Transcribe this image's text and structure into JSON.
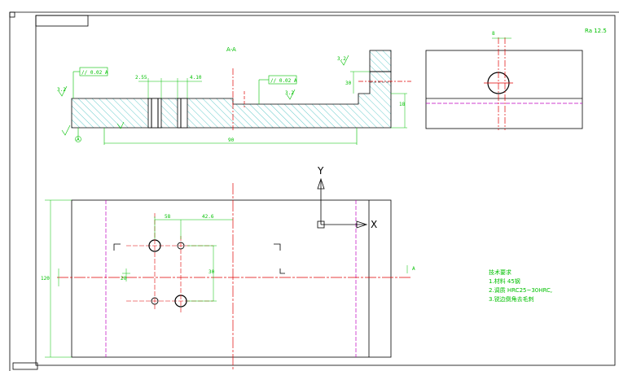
{
  "colors": {
    "outline": "#000000",
    "hatch": "#00a8a8",
    "dimension": "#00c000",
    "centerline": "#e00000",
    "hidden": "#c000c0",
    "background": "#ffffff"
  },
  "view_labels": {
    "section": "A-A",
    "roughness_note": "Ra 12.5"
  },
  "section_view": {
    "tolerance_left": "// 0.02 A",
    "tolerance_mid": "// 0.02 A",
    "dim_length": "90",
    "dim_height": "18",
    "dim_slot": "2.55",
    "dim_slot2": "4.10",
    "dim_boss": "30",
    "roughness_left": "3.2",
    "roughness_mid": "3.2",
    "roughness_right": "3.2",
    "datum": "A"
  },
  "side_view": {
    "dim_top": "8"
  },
  "plan_view": {
    "dim_a": "58",
    "dim_b": "42.6",
    "dim_c": "30",
    "dim_height": "120",
    "dim_left": "20",
    "dim_right": "A"
  },
  "axes": {
    "y_label": "Y",
    "x_label": "X"
  },
  "notes": {
    "title": "技术要求",
    "line1": "1.材料 45钢",
    "line2": "2.调质 HRC25~30HRC,",
    "line3": "3.锐边倒角去毛刺"
  }
}
